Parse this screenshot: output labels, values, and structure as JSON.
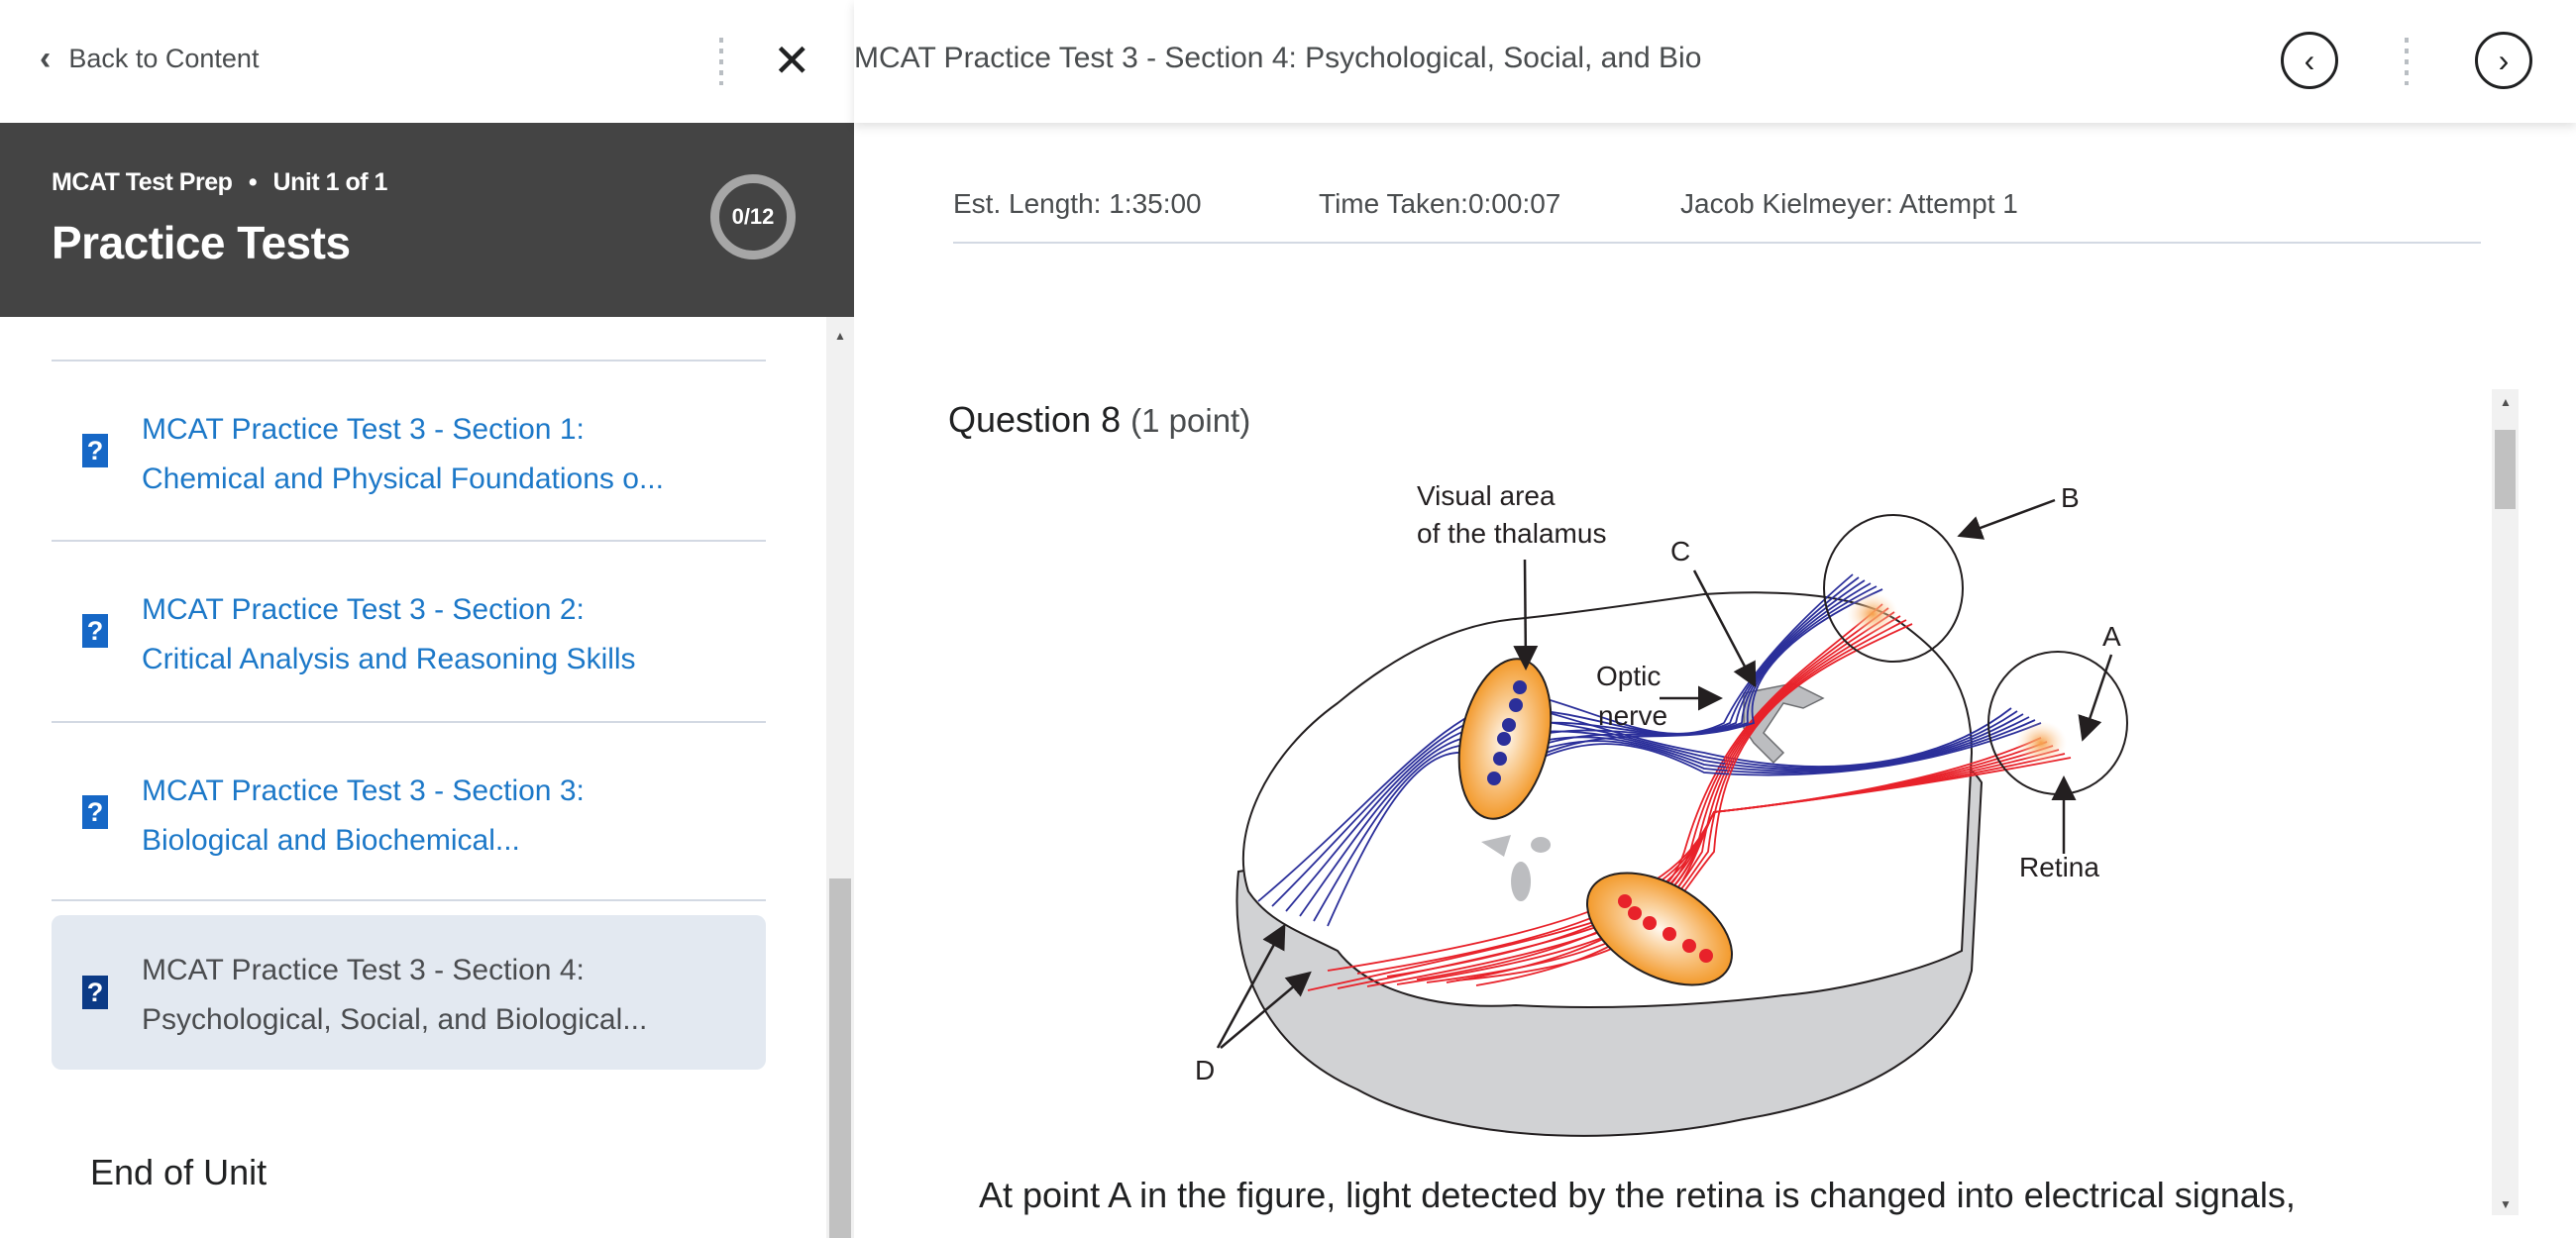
{
  "sidebar": {
    "back_label": "Back to Content",
    "course": "MCAT Test Prep",
    "separator": "•",
    "unit": "Unit 1 of 1",
    "title": "Practice Tests",
    "progress": "0/12",
    "items": [
      {
        "line1": "MCAT Practice Test 3 - Section 1:",
        "line2": "Chemical and Physical Foundations o...",
        "icon": "quiz-icon"
      },
      {
        "line1": "MCAT Practice Test 3 - Section 2:",
        "line2": "Critical Analysis and Reasoning Skills",
        "icon": "quiz-icon"
      },
      {
        "line1": "MCAT Practice Test 3 - Section 3:",
        "line2": "Biological and Biochemical...",
        "icon": "quiz-icon"
      },
      {
        "line1": "MCAT Practice Test 3 - Section 4:",
        "line2": "Psychological, Social, and Biological...",
        "icon": "quiz-icon",
        "selected": true
      }
    ],
    "end_of_unit": "End of Unit"
  },
  "header": {
    "title": "MCAT Practice Test 3 - Section 4: Psychological, Social, and Bio"
  },
  "meta": {
    "est_length": "Est. Length: 1:35:00",
    "time_taken": "Time Taken:0:00:07",
    "attempt": "Jacob Kielmeyer: Attempt 1"
  },
  "question": {
    "title": "Question 8",
    "points": "(1 point)",
    "text": "At point A in the figure, light detected by the retina is changed into electrical signals,"
  },
  "figure": {
    "labels": {
      "visual_area_1": "Visual area",
      "visual_area_2": "of the thalamus",
      "b": "B",
      "c": "C",
      "optic_1": "Optic",
      "optic_2": "nerve",
      "a": "A",
      "retina": "Retina",
      "d": "D"
    }
  },
  "colors": {
    "link": "#1c78c8",
    "header_bg": "#444444",
    "selected_bg": "#e3e9f1",
    "blue_fiber": "#2b2f9a",
    "red_fiber": "#e8222a",
    "nucleus": "#f39a2c"
  }
}
